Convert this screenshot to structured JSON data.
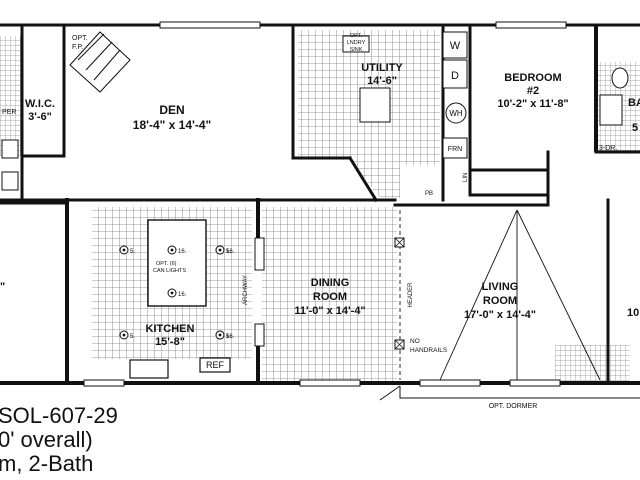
{
  "rooms": {
    "wic": {
      "name": "W.I.C.",
      "dims": "3'-6\""
    },
    "den": {
      "name": "DEN",
      "dims": "18'-4\" x 14'-4\""
    },
    "utility": {
      "name": "UTILITY",
      "dims": "14'-6\""
    },
    "bedroom2": {
      "name": "BEDROOM",
      "num": "#2",
      "dims": "10'-2\" x 11'-8\""
    },
    "bath": {
      "name": "BA",
      "dims": "5"
    },
    "kitchen": {
      "name": "KITCHEN",
      "dims": "15'-8\""
    },
    "dining": {
      "name": "DINING",
      "name2": "ROOM",
      "dims": "11'-0\" x 14'-4\""
    },
    "living": {
      "name": "LIVING",
      "name2": "ROOM",
      "dims": "17'-0\" x 14'-4\""
    },
    "left_partial": {
      "dims": "\""
    },
    "right_partial": {
      "dims": "10"
    }
  },
  "notes": {
    "opt_fp_1": "OPT.",
    "opt_fp_2": "F.P.",
    "opt_laundry_1": "OPT.",
    "opt_laundry_2": "LNDRY",
    "opt_laundry_3": "SINK",
    "washer": "W",
    "dryer": "D",
    "water_heater": "WH",
    "furnace": "FRN",
    "linen": "LIN",
    "pantry": "PB",
    "can_lights_1": "OPT. (6)",
    "can_lights_2": "CAN LIGHTS",
    "archway": "ARCHWAY",
    "refrigerator": "REF",
    "header": "HEADER",
    "no_handrails_1": "NO",
    "no_handrails_2": "HANDRAILS",
    "opt_dormer": "OPT. DORMER",
    "three_dr": "3-DR.",
    "per": "PER"
  },
  "fixtures": {
    "light_labels": [
      "5.",
      "5.",
      "5.",
      "5.",
      "16.",
      "16.",
      "16.",
      "16."
    ]
  },
  "model": {
    "number": "SOL-607-29",
    "overall": "0' overall)",
    "config": "m, 2-Bath"
  }
}
